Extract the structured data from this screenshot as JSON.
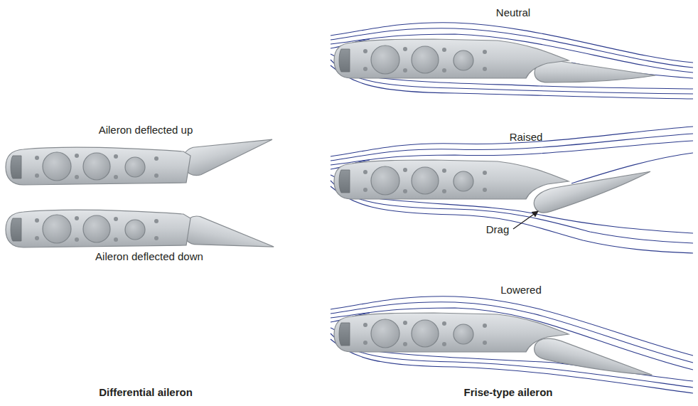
{
  "diagram": {
    "labels": [
      "Neutral",
      "Aileron deflected up",
      "Raised",
      "Drag",
      "Aileron deflected down",
      "Lowered",
      "Differential aileron",
      "Frise-type aileron"
    ]
  }
}
